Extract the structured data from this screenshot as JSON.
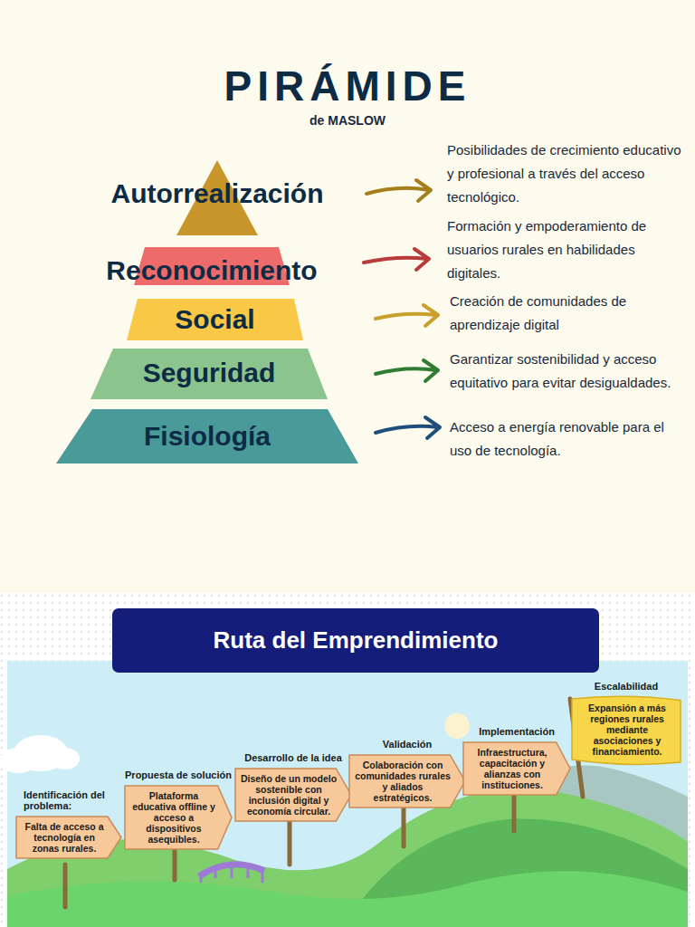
{
  "diagram": {
    "title": "PIRÁMIDE",
    "nodes": [
      {
        "text": [
          "Autorrealización"
        ]
      },
      {
        "text": [
          "Reconocimiento"
        ]
      },
      {
        "text": [
          "Social"
        ]
      },
      {
        "text": [
          "Seguridad"
        ]
      },
      {
        "text": [
          "Fisiología"
        ]
      },
      {
        "text": [
          "Ruta del Emprendimiento"
        ]
      },
      {
        "text": [
          "Identificación del problema:",
          "Falta de acceso a tecnología en zonas rurales."
        ]
      },
      {
        "text": [
          "Propuesta de solución",
          "Plataforma educativa offline y acceso a dispositivos asequibles."
        ]
      },
      {
        "text": [
          "Desarrollo de la idea",
          "Diseño de un modelo sostenible con inclusión digital y economía circular."
        ]
      },
      {
        "text": [
          "Validación",
          "Colaboración con comunidades rurales y aliados estratégicos."
        ]
      },
      {
        "text": [
          "Implementación",
          "Infraestructura, capacitación y alianzas con instituciones."
        ]
      },
      {
        "text": [
          "Escalabilidad",
          "Expansión a más regiones rurales mediante asociaciones y financiamiento."
        ]
      }
    ],
    "labels": [
      "de MASLOW",
      "Posibilidades de crecimiento educativo y profesional a través del acceso tecnológico.",
      "Formación y empoderamiento de usuarios rurales en habilidades digitales.",
      "Creación de comunidades de aprendizaje digital",
      "Garantizar sostenibilidad y acceso equitativo para evitar desigualdades.",
      "Acceso a energía renovable para el uso de tecnología."
    ]
  }
}
